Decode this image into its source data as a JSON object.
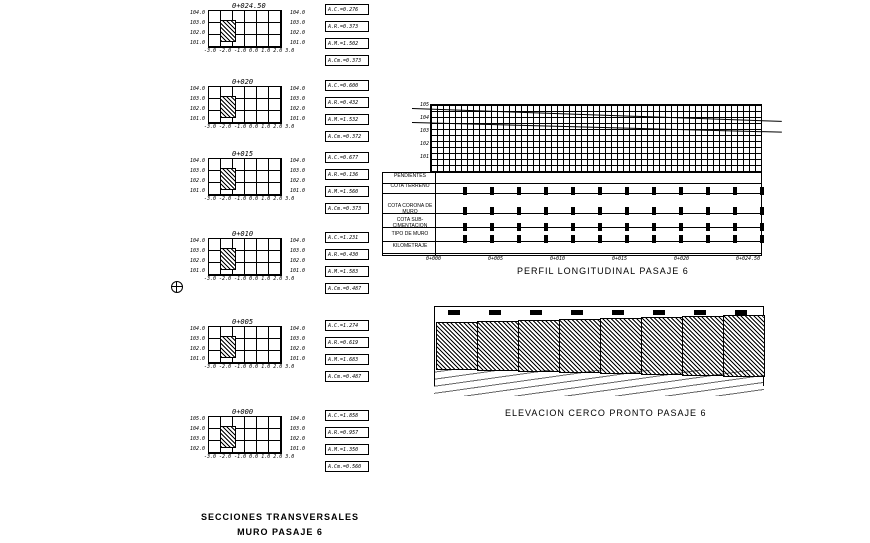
{
  "sections": [
    {
      "station": "0+024.50",
      "elev_left": [
        "104.0",
        "103.0",
        "102.0",
        "101.0"
      ],
      "elev_right": [
        "104.0",
        "103.0",
        "102.0",
        "101.0"
      ],
      "areas": [
        "A.C.=0.276",
        "A.R.=0.373",
        "A.M.=1.502",
        "A.Cm.=0.373"
      ]
    },
    {
      "station": "0+020",
      "elev_left": [
        "104.0",
        "103.0",
        "102.0",
        "101.0"
      ],
      "elev_right": [
        "104.0",
        "103.0",
        "102.0",
        "101.0"
      ],
      "areas": [
        "A.C.=0.600",
        "A.R.=0.432",
        "A.M.=1.532",
        "A.Cm.=0.372"
      ]
    },
    {
      "station": "0+015",
      "elev_left": [
        "104.0",
        "103.0",
        "102.0",
        "101.0"
      ],
      "elev_right": [
        "104.0",
        "103.0",
        "102.0",
        "101.0"
      ],
      "areas": [
        "A.C.=0.677",
        "A.R.=0.136",
        "A.M.=1.560",
        "A.Cm.=0.373"
      ]
    },
    {
      "station": "0+010",
      "elev_left": [
        "104.0",
        "103.0",
        "102.0",
        "101.0"
      ],
      "elev_right": [
        "104.0",
        "103.0",
        "102.0",
        "101.0"
      ],
      "areas": [
        "A.C.=1.231",
        "A.R.=0.430",
        "A.M.=1.583",
        "A.Cm.=0.487"
      ]
    },
    {
      "station": "0+005",
      "elev_left": [
        "104.0",
        "103.0",
        "102.0",
        "101.0"
      ],
      "elev_right": [
        "104.0",
        "103.0",
        "102.0",
        "101.0"
      ],
      "areas": [
        "A.C.=1.274",
        "A.R.=0.619",
        "A.M.=1.683",
        "A.Cm.=0.487"
      ]
    },
    {
      "station": "0+000",
      "elev_left": [
        "105.0",
        "104.0",
        "103.0",
        "102.0"
      ],
      "elev_right": [
        "104.0",
        "103.0",
        "102.0",
        "101.0"
      ],
      "areas": [
        "A.C.=1.858",
        "A.R.=0.957",
        "A.M.=1.350",
        "A.Cm.=0.560"
      ]
    }
  ],
  "section_x_axis": "-3.0 -2.0 -1.0 0.0 1.0 2.0 3.0",
  "sections_title": "SECCIONES TRANSVERSALES",
  "sections_subtitle": "MURO PASAJE 6",
  "profile": {
    "title": "PERFIL LONGITUDINAL PASAJE 6",
    "elevations": [
      "105",
      "104",
      "103",
      "102",
      "101"
    ],
    "rows": [
      "PENDIENTES",
      "COTA TERRENO",
      "COTA CORONA DE MURO",
      "COTA SUB-CIMENTACION",
      "TIPO DE MURO",
      "KILOMETRAJE"
    ],
    "stations": [
      "0+000",
      "0+005",
      "0+010",
      "0+015",
      "0+020",
      "0+024.50"
    ]
  },
  "elevation_title": "ELEVACION CERCO PRONTO PASAJE 6"
}
